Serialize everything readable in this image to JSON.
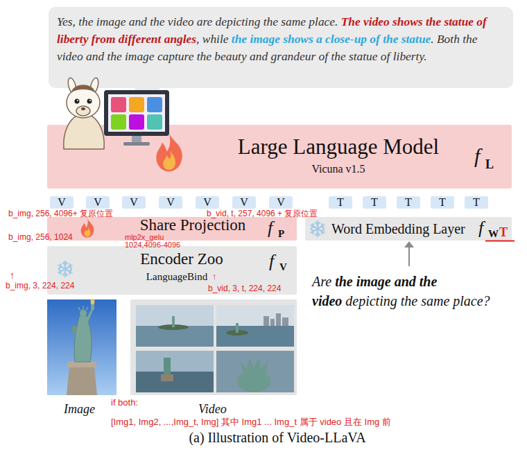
{
  "diagram": {
    "caption": "(a) Illustration of Video-LLaVA",
    "nodes": [
      {
        "text": [
          "Yes, the image and the video are depicting the same place.",
          "The video shows the statue of liberty from different angles",
          ", while",
          "the image shows a close-up of the statue",
          ". Both the video and the image capture the beauty and grandeur of the statue of liberty."
        ]
      },
      {
        "text": [
          "Large Language Model",
          "Vicuna v1.5",
          "f",
          "L"
        ]
      },
      {
        "text": [
          "V"
        ]
      },
      {
        "text": [
          "V"
        ]
      },
      {
        "text": [
          "V"
        ]
      },
      {
        "text": [
          "V"
        ]
      },
      {
        "text": [
          "V"
        ]
      },
      {
        "text": [
          "V"
        ]
      },
      {
        "text": [
          "V"
        ]
      },
      {
        "text": [
          "T"
        ]
      },
      {
        "text": [
          "T"
        ]
      },
      {
        "text": [
          "T"
        ]
      },
      {
        "text": [
          "T"
        ]
      },
      {
        "text": [
          "T"
        ]
      },
      {
        "text": [
          "Share Projection",
          "f",
          "P"
        ]
      },
      {
        "text": [
          "Word Embedding Layer",
          "f",
          "W"
        ]
      },
      {
        "text": [
          "Encoder Zoo",
          "LanguageBind",
          "f",
          "V"
        ]
      }
    ],
    "labels": [
      "b_img, 256, 4096+ 复原位置",
      "b_vid, t, 257, 4096 + 复原位置",
      "b_img, 256, 1024",
      "mlp2x_gelu",
      "1024,4096-4096",
      "↑",
      "b_img, 3, 224, 224",
      "↑",
      "b_vid, 3, t, 224, 224",
      "T",
      "Are",
      "the image and the video",
      "depicting the same place?",
      "Image",
      "Video",
      "if both:",
      "[Img1, Img2, ...,Img_t, Img] 其中 Img1 ... Img_t 属于 video 且在 Img 前"
    ]
  }
}
